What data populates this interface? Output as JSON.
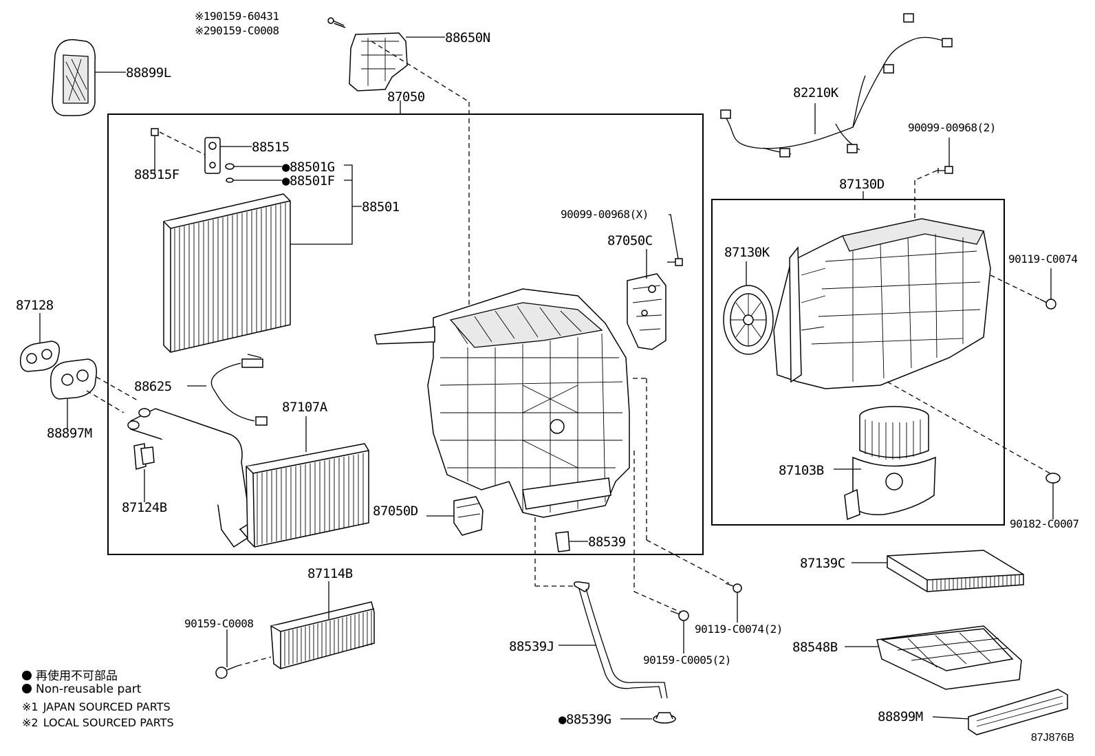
{
  "labels": {
    "p1": "※190159-60431",
    "p2": "※290159-C0008",
    "p3": "88650N",
    "p4": "88899L",
    "p5": "87050",
    "p6": "82210K",
    "p7": "90099-00968(2)",
    "p8": "88515",
    "p9": "88515F",
    "p10": "●88501G",
    "p11": "●88501F",
    "p12": "88501",
    "p13": "87130D",
    "p14": "90099-00968(X)",
    "p15": "87050C",
    "p16": "87130K",
    "p17": "90119-C0074",
    "p18": "87128",
    "p19": "88625",
    "p20": "88897M",
    "p21": "87107A",
    "p22": "87103B",
    "p23": "87124B",
    "p24": "87050D",
    "p25": "88539",
    "p26": "90182-C0007",
    "p27": "87139C",
    "p28": "87114B",
    "p29": "90159-C0008",
    "p30": "90119-C0074(2)",
    "p31": "88539J",
    "p32": "90159-C0005(2)",
    "p33": "88548B",
    "p34": "●88539G",
    "p35": "88899M"
  },
  "legend": {
    "jp": "再使用不可部品",
    "en": "Non-reusable part",
    "n1_mark": "※1",
    "n1": "JAPAN SOURCED PARTS",
    "n2_mark": "※2",
    "n2": "LOCAL SOURCED PARTS"
  },
  "drawing_code": "87J876B"
}
